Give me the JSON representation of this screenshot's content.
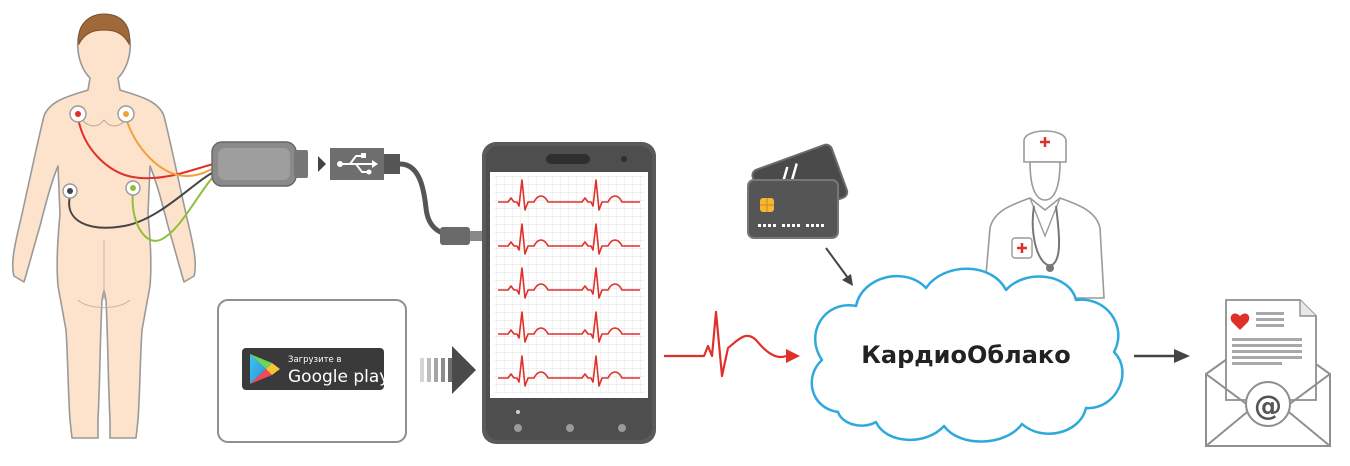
{
  "google_play": {
    "small_text": "Загрузите в",
    "big_text": "Google play"
  },
  "cloud": {
    "label": "КардиоОблако"
  },
  "colors": {
    "ecg": "#e0302a",
    "cloud_border": "#2ea9dd",
    "device_dark": "#555555",
    "skin": "#fde3cc",
    "lead_red": "#e0302a",
    "lead_orange": "#f2a13a",
    "lead_green": "#8fbf3b",
    "lead_dark": "#444444"
  },
  "icons": [
    "patient-figure-icon",
    "ecg-adapter-icon",
    "usb-icon",
    "smartphone-icon",
    "google-play-icon",
    "credit-card-icon",
    "doctor-icon",
    "cloud-icon",
    "heartbeat-icon",
    "email-envelope-icon",
    "at-sign-icon",
    "heart-icon"
  ]
}
